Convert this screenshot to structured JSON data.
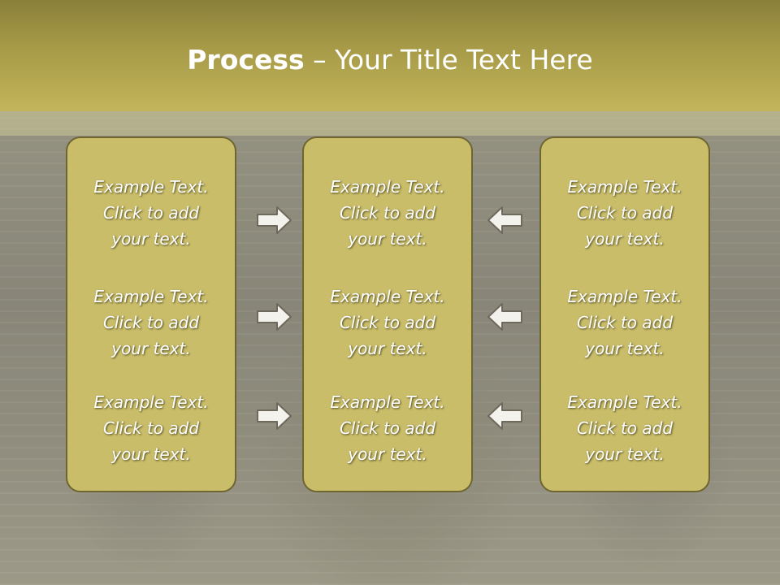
{
  "header": {
    "title_bold": "Process",
    "title_rest": " – Your Title Text Here"
  },
  "columns": [
    {
      "items": [
        {
          "line1": "Example Text.",
          "line2": "Click  to add",
          "line3": "your text."
        },
        {
          "line1": "Example Text.",
          "line2": "Click  to add",
          "line3": "your text."
        },
        {
          "line1": "Example Text.",
          "line2": "Click  to add",
          "line3": "your text."
        }
      ]
    },
    {
      "items": [
        {
          "line1": "Example Text.",
          "line2": "Click  to add",
          "line3": "your text."
        },
        {
          "line1": "Example Text.",
          "line2": "Click  to add",
          "line3": "your text."
        },
        {
          "line1": "Example Text.",
          "line2": "Click  to add",
          "line3": "your text."
        }
      ]
    },
    {
      "items": [
        {
          "line1": "Example Text.",
          "line2": "Click  to add",
          "line3": "your text."
        },
        {
          "line1": "Example Text.",
          "line2": "Click  to add",
          "line3": "your text."
        },
        {
          "line1": "Example Text.",
          "line2": "Click  to add",
          "line3": "your text."
        }
      ]
    }
  ],
  "arrows": {
    "left_group": "right-arrow-icon",
    "right_group": "left-arrow-icon"
  },
  "colors": {
    "header": "#a89b48",
    "box_fill": "#c9bd6a",
    "box_border": "#6e6530",
    "text": "#ffffff"
  }
}
